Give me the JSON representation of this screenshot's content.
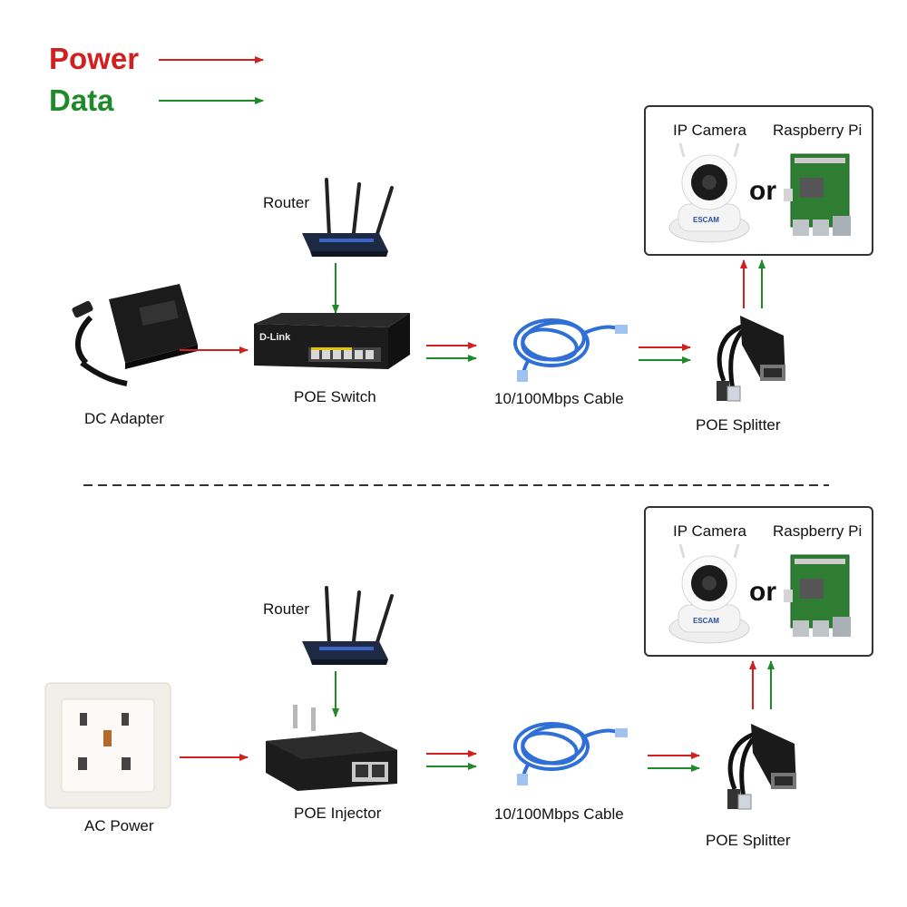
{
  "legend": {
    "power": {
      "label": "Power",
      "color": "#d21f1f"
    },
    "data": {
      "label": "Data",
      "color": "#1f8a2a"
    }
  },
  "top": {
    "router": "Router",
    "dc_adapter": "DC Adapter",
    "poe_switch": "POE Switch",
    "cable": "10/100Mbps Cable",
    "poe_splitter": "POE Splitter",
    "ip_camera": "IP Camera",
    "or": "or",
    "raspberry_pi": "Raspberry Pi"
  },
  "bottom": {
    "router": "Router",
    "ac_power": "AC Power",
    "poe_injector": "POE Injector",
    "cable": "10/100Mbps Cable",
    "poe_splitter": "POE Splitter",
    "ip_camera": "IP Camera",
    "or": "or",
    "raspberry_pi": "Raspberry Pi"
  },
  "device_print": {
    "switch_brand": "D-Link",
    "camera_brand": "ESCAM"
  }
}
